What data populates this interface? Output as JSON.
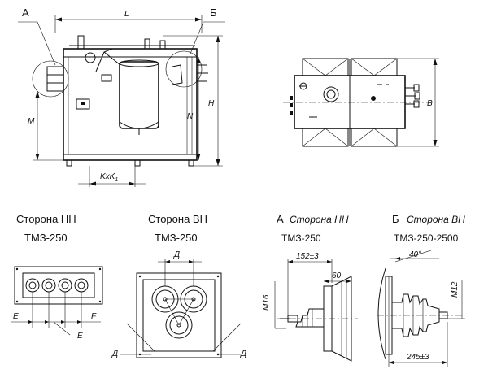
{
  "main_view": {
    "dim_L": "L",
    "callout_A": "А",
    "callout_B": "Б",
    "dim_M": "M",
    "dim_N": "N",
    "dim_H": "H",
    "dim_KxK": "KxK",
    "dim_KxK_sub": "1"
  },
  "top_view": {
    "dim_B": "B"
  },
  "panels": {
    "nn_side": {
      "title": "Сторона  НН",
      "model": "ТМЗ-250",
      "label_E_left": "E",
      "label_F": "F",
      "label_E_bottom": "E"
    },
    "vn_side": {
      "title": "Сторона  ВН",
      "model": "ТМЗ-250",
      "label_D_top": "Д",
      "label_D_left": "Д",
      "label_D_right": "Д"
    },
    "detail_A": {
      "letter": "А",
      "title": "Сторона НН",
      "model": "ТМЗ-250",
      "dim_152": "152±3",
      "dim_60": "60",
      "dim_M16": "M16"
    },
    "detail_B": {
      "letter": "Б",
      "title": "Сторона ВН",
      "model": "ТМЗ-250-2500",
      "dim_40": "40°",
      "dim_M12": "M12",
      "dim_245": "245±3"
    }
  }
}
